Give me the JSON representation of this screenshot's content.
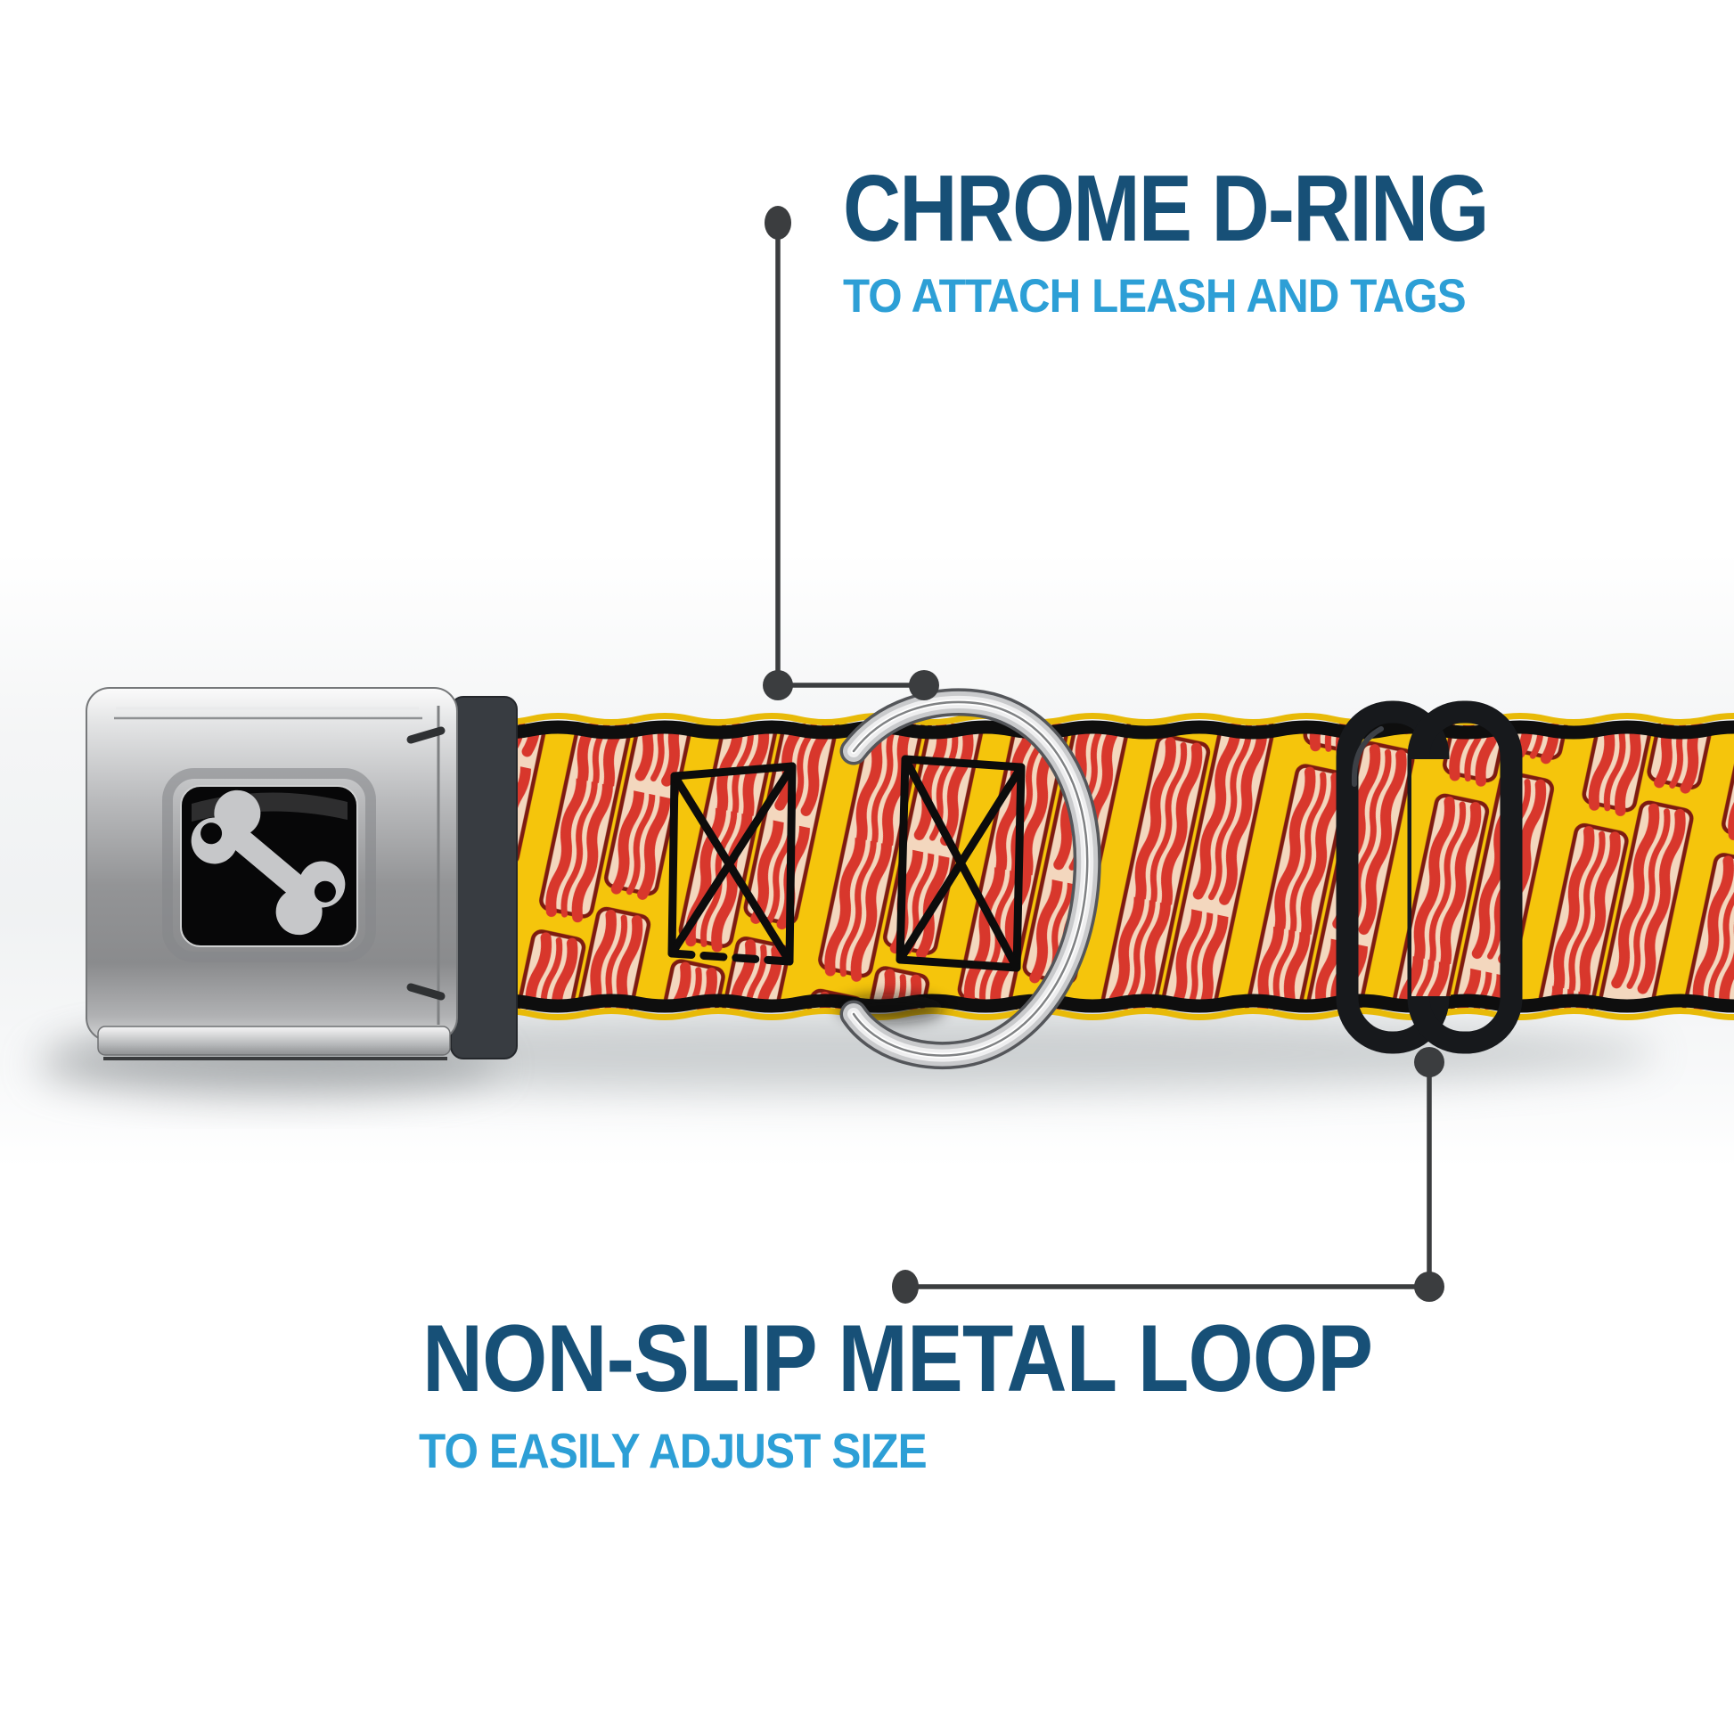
{
  "callouts": {
    "top": {
      "title": "CHROME D-RING",
      "subtitle": "TO ATTACH LEASH AND TAGS"
    },
    "bottom": {
      "title": "NON-SLIP METAL LOOP",
      "subtitle": "TO EASILY ADJUST SIZE"
    }
  },
  "colors": {
    "title_blue": "#175077",
    "subtitle_blue": "#2D9FD6",
    "callout_gray": "#3B3D3F",
    "strap_yellow": "#F5C50C",
    "bacon_base": "#F3D7BE",
    "bacon_red": "#D8372C",
    "bacon_outline": "#7E1B10",
    "edge_black": "#0E0E0E",
    "edge_yellow": "#E8BA08",
    "slider_black": "#17191C",
    "ring_silver": "#C9CACC",
    "buckle_clamp": "#383C41",
    "bone_gray": "#C6C7C9",
    "logo_plate_black": "#070708"
  },
  "icons": {
    "buckle_logo": "bone-icon"
  }
}
